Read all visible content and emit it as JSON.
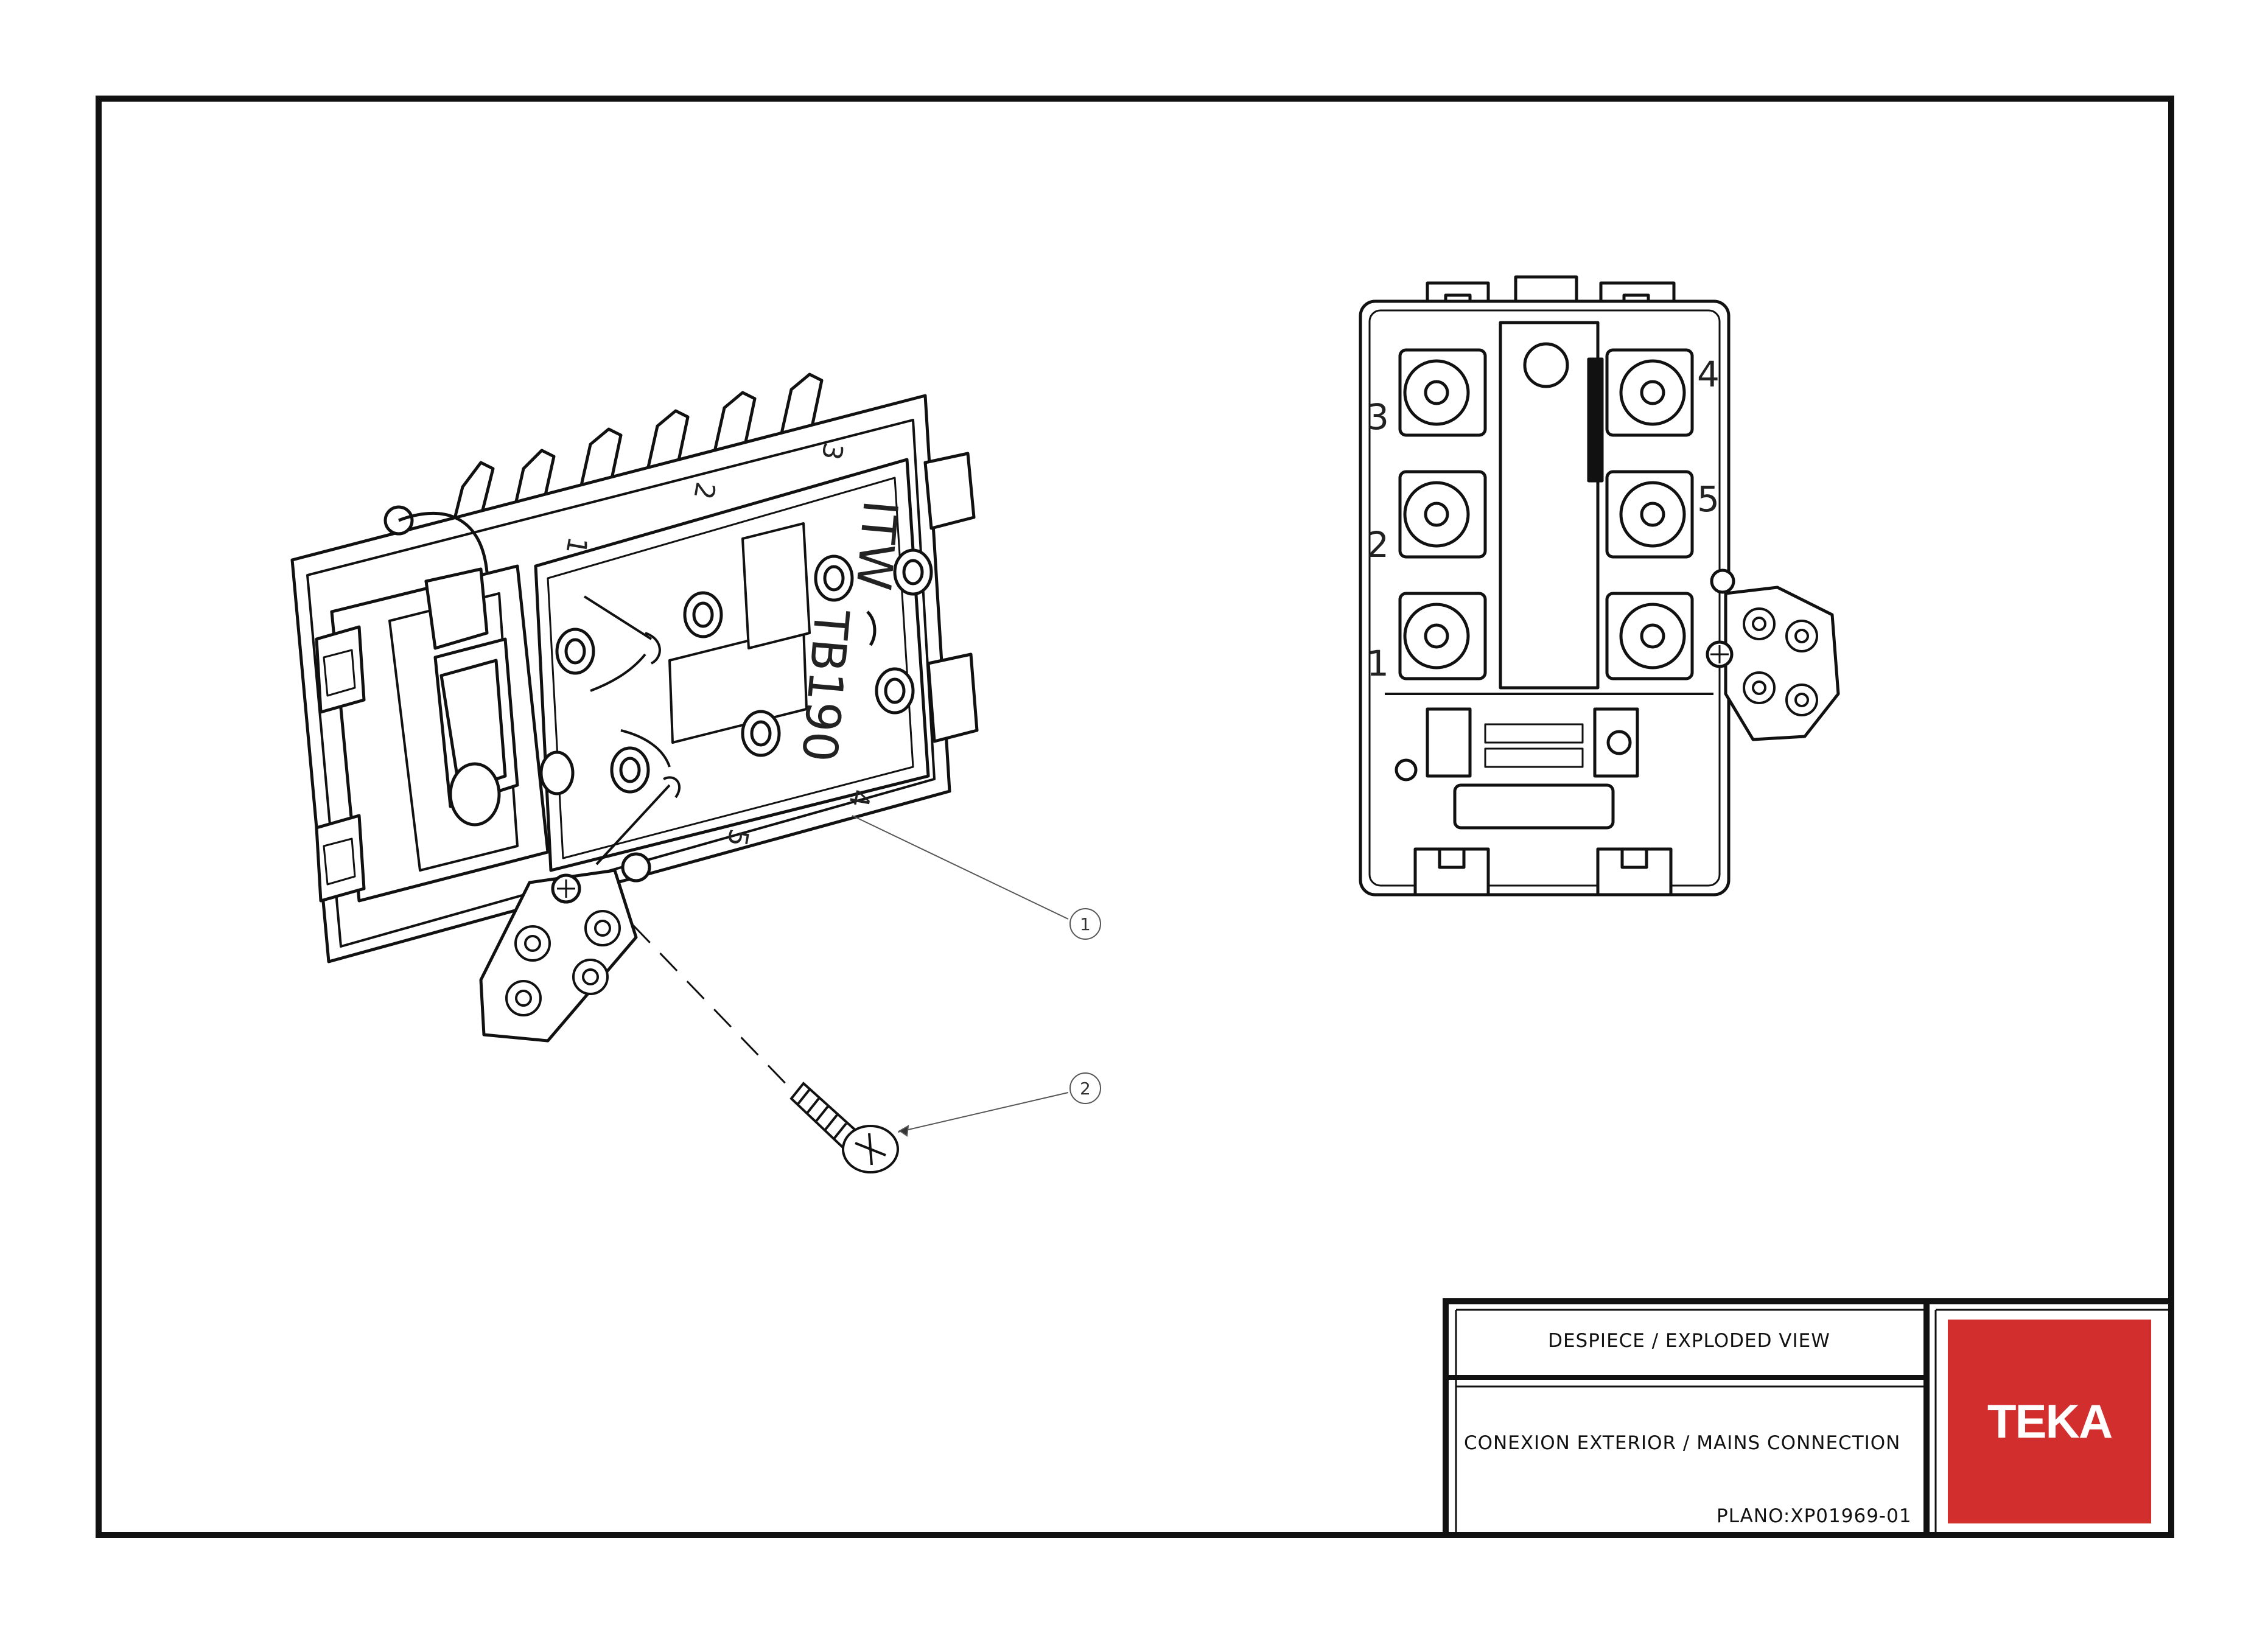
{
  "title_block": {
    "title_1": "DESPIECE / EXPLODED VIEW",
    "title_2": "CONEXION EXTERIOR / MAINS CONNECTION",
    "plano": "PLANO:XP01969-01"
  },
  "logo": {
    "text": "TEKA",
    "color": "#d22e2e"
  },
  "callouts": [
    "1",
    "2"
  ],
  "iso_view": {
    "brand_text": "ITW",
    "model_text": "TB190",
    "terminal_numbers": [
      "1",
      "2",
      "3",
      "4",
      "5"
    ]
  },
  "front_view": {
    "terminal_numbers": [
      "1",
      "2",
      "3",
      "4",
      "5"
    ]
  }
}
